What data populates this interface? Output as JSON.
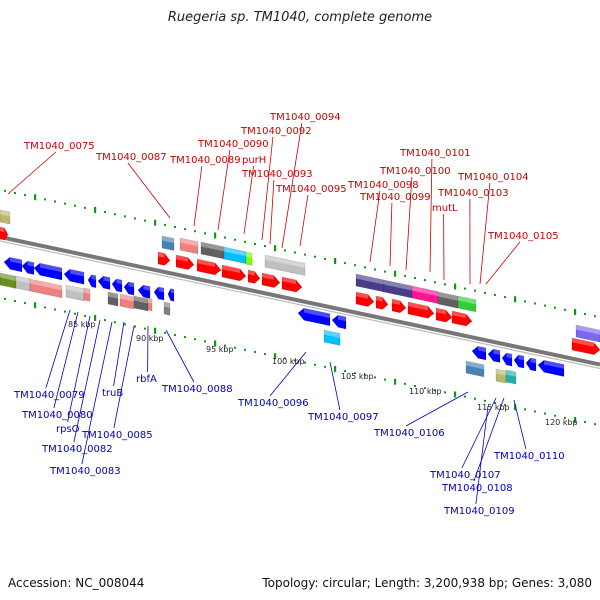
{
  "title": "Ruegeria sp. TM1040, complete genome",
  "footer": {
    "accession": "Accession: NC_008044",
    "summary": "Topology: circular; Length: 3,200,938 bp; Genes: 3,080"
  },
  "colors": {
    "top_label": "#cc0000",
    "bottom_label": "#0000bb",
    "forward_gene": "#ff0000",
    "reverse_gene": "#0000ff",
    "backbone": "#777777",
    "tick": "#119911"
  },
  "kbp_labels": [
    "85 kbp",
    "90 kbp",
    "95 kbp",
    "100 kbp",
    "105 kbp",
    "110 kbp",
    "115 kbp",
    "120 kbp"
  ],
  "top_genes": [
    "TM1040_0075",
    "TM1040_0087",
    "TM1040_0089",
    "TM1040_0090",
    "purH",
    "TM1040_0092",
    "TM1040_0093",
    "TM1040_0094",
    "TM1040_0095",
    "TM1040_0098",
    "TM1040_0099",
    "TM1040_0100",
    "TM1040_0101",
    "mutL",
    "TM1040_0103",
    "TM1040_0104",
    "TM1040_0105"
  ],
  "bottom_genes": [
    "TM1040_0079",
    "TM1040_0080",
    "rpsO",
    "TM1040_0082",
    "TM1040_0083",
    "truB",
    "TM1040_0085",
    "rbfA",
    "TM1040_0088",
    "TM1040_0096",
    "TM1040_0097",
    "TM1040_0106",
    "TM1040_0107",
    "TM1040_0108",
    "TM1040_0109",
    "TM1040_0110"
  ]
}
